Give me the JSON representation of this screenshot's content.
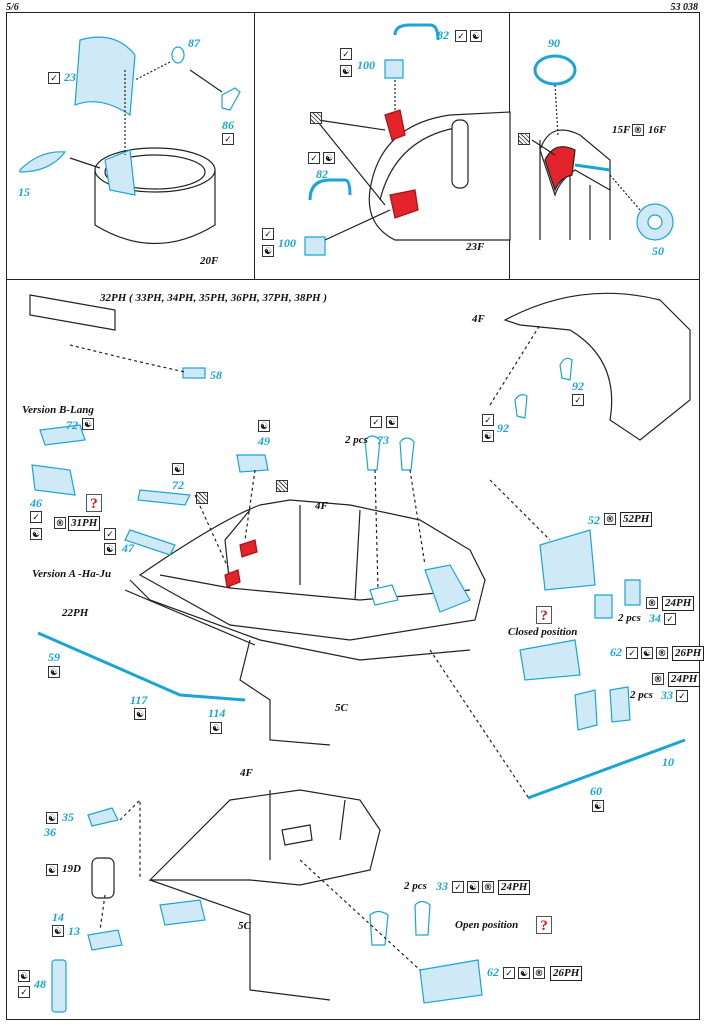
{
  "header": {
    "page": "5/6",
    "code": "53 038"
  },
  "panel_20F": {
    "ref": "20F",
    "parts": [
      "23",
      "87",
      "86",
      "15"
    ]
  },
  "panel_23F": {
    "ref": "23F",
    "parts": [
      "82",
      "100",
      "82",
      "100"
    ]
  },
  "panel_15F": {
    "ref_a": "15F",
    "ref_b": "16F",
    "parts": [
      "90",
      "50"
    ]
  },
  "main": {
    "ref_32PH": "32PH ( 33PH, 34PH, 35PH, 36PH, 37PH, 38PH )",
    "part_58": "58",
    "ref_4F_top": "4F",
    "part_92a": "92",
    "part_92b": "92",
    "version_b": "Version B-Lang",
    "part_72a": "72",
    "part_46": "46",
    "ref_31PH": "31PH",
    "part_47": "47",
    "version_a": "Version A -Ha-Ju",
    "part_72b": "72",
    "part_49": "49",
    "pcs_73": "2 pcs",
    "part_73": "73",
    "ref_4F_mid": "4F",
    "ref_22PH": "22PH",
    "part_52": "52",
    "ref_52PH": "52PH",
    "ref_24PH_a": "24PH",
    "pcs_34": "2 pcs",
    "part_34": "34",
    "closed_position": "Closed position",
    "part_62a": "62",
    "ref_26PH_a": "26PH",
    "ref_24PH_b": "24PH",
    "pcs_33a": "2 pcs",
    "part_33a": "33",
    "part_59": "59",
    "part_117": "117",
    "part_114": "114",
    "ref_5C_mid": "5C",
    "part_10": "10",
    "part_60": "60"
  },
  "bottom": {
    "ref_4F": "4F",
    "part_35": "35",
    "part_36": "36",
    "ref_19D": "19D",
    "part_14": "14",
    "part_13": "13",
    "part_48": "48",
    "ref_5C": "5C",
    "pcs_33b": "2 pcs",
    "part_33b": "33",
    "ref_24PH_c": "24PH",
    "open_position": "Open position",
    "part_62b": "62",
    "ref_26PH_b": "26PH"
  },
  "icon_glyphs": {
    "glue": "✓",
    "paint": "☯",
    "bend": "®",
    "unknown": "?"
  },
  "colors": {
    "etch_part": "#1aa5d6",
    "fill_part": "#cfeaf6",
    "highlight": "#e3242b",
    "line": "#222222"
  }
}
